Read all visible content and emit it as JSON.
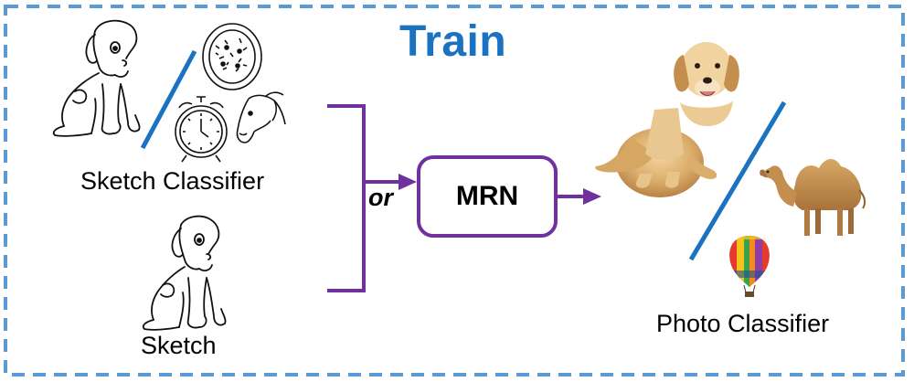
{
  "diagram": {
    "title": "Train",
    "sketch_classifier_label": "Sketch Classifier",
    "sketch_label": "Sketch",
    "connector_label": "or",
    "model_label": "MRN",
    "photo_classifier_label": "Photo Classifier"
  },
  "colors": {
    "title": "#1b72c0",
    "border": "#5b9bd5",
    "connector": "#7030a0",
    "divider": "#1b72c0"
  }
}
